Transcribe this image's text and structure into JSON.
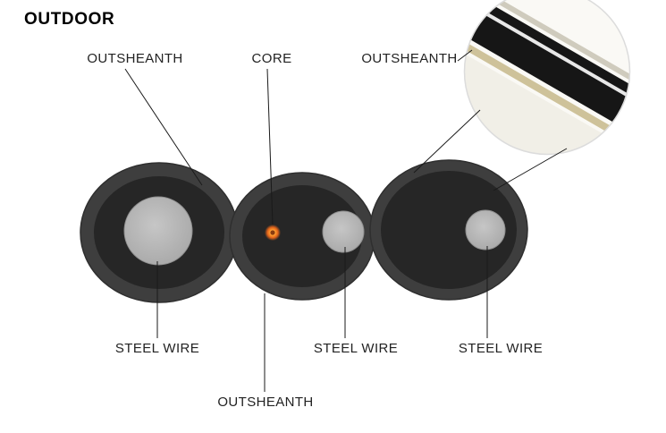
{
  "title": "OUTDOOR",
  "labels": {
    "outsheanth_left": "OUTSHEANTH",
    "core": "CORE",
    "outsheanth_right": "OUTSHEANTH",
    "steel_wire_left": "STEEL WIRE",
    "steel_wire_center": "STEEL WIRE",
    "steel_wire_right": "STEEL WIRE",
    "outsheanth_bottom": "OUTSHEANTH"
  },
  "colors": {
    "sheath_outer": "#3e3e3e",
    "sheath_inner": "#262626",
    "steel_wire": "#b5b5b5",
    "steel_wire_edge": "#8f8f8f",
    "core_orange": "#e8741c",
    "leader_line": "#1a1a1a",
    "inset_bg": "#faf9f5",
    "inset_cable": "#161616",
    "inset_tan": "#cec29a",
    "inset_border": "#dcdcdc"
  }
}
